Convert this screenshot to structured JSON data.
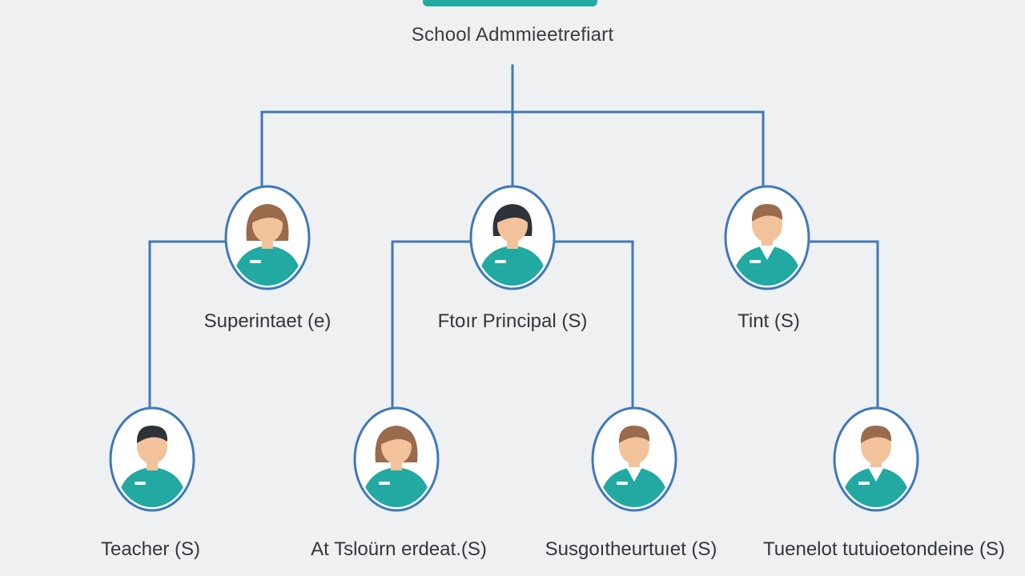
{
  "title": "School Admmieetrefiart",
  "colors": {
    "background": "#eef0f2",
    "connector": "#3f79b8",
    "accent": "#21a9a2",
    "skin": "#f2c39b",
    "hair": "#9a6a4c",
    "hair_dark": "#2d3338"
  },
  "nodes": [
    {
      "id": "superintendent",
      "label": "Superintaet (e)",
      "icon": "person-female-icon",
      "hair": "brown-long"
    },
    {
      "id": "principal",
      "label": "Ftoır Principal (S)",
      "icon": "person-female-icon",
      "hair": "dark-bob"
    },
    {
      "id": "tint",
      "label": "Tint (S)",
      "icon": "person-male-icon",
      "hair": "brown-short"
    },
    {
      "id": "teacher",
      "label": "Teacher (S)",
      "icon": "person-male-icon",
      "hair": "dark-short"
    },
    {
      "id": "assistant",
      "label": "At Tsloürn erdeat.(S)",
      "icon": "person-female-icon",
      "hair": "brown-long"
    },
    {
      "id": "support",
      "label": "Susgoıtheurtuıet (S)",
      "icon": "person-male-icon",
      "hair": "brown-short"
    },
    {
      "id": "tuition",
      "label": "Tuenelot tutuioetondeine (S)",
      "icon": "person-male-icon",
      "hair": "brown-short"
    }
  ]
}
